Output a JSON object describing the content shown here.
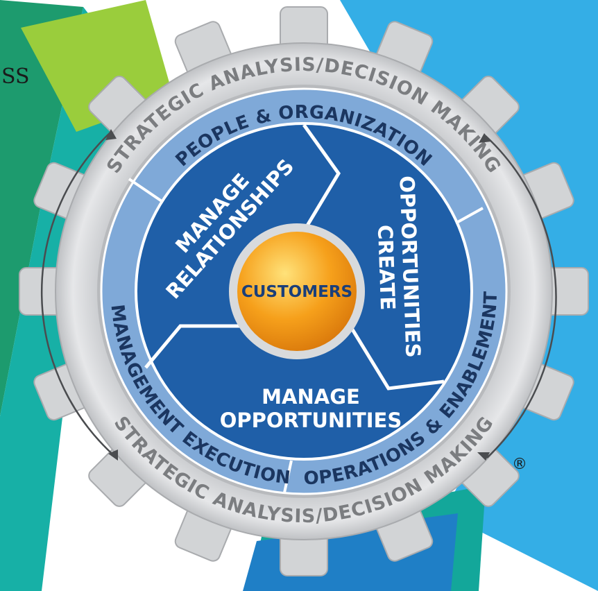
{
  "left_partial_text": "SS",
  "gear_top_label": "STRATEGIC ANALYSIS/DECISION MAKING",
  "gear_bottom_label": "STRATEGIC ANALYSIS/DECISION MAKING",
  "ring": {
    "top": "PEOPLE & ORGANIZATION",
    "right": "OPERATIONS & ENABLEMENT",
    "left": "MANAGEMENT EXECUTION"
  },
  "cycle": {
    "left_line1": "MANAGE",
    "left_line2": "RELATIONSHIPS",
    "right_line1": "CREATE",
    "right_line2": "OPPORTUNITIES",
    "bottom_line1": "MANAGE",
    "bottom_line2": "OPPORTUNITIES"
  },
  "center_label": "CUSTOMERS",
  "registered_mark": "®",
  "colors": {
    "background_green": "#1d9b6e",
    "background_teal": "#17b0a6",
    "background_lime": "#9acd3c",
    "background_sky": "#34aee6",
    "gear_silver": "#d2d4d6",
    "ring_blue": "#7fa9d8",
    "inner_navy": "#1f5fa8",
    "center_orange": "#f6a01b"
  }
}
